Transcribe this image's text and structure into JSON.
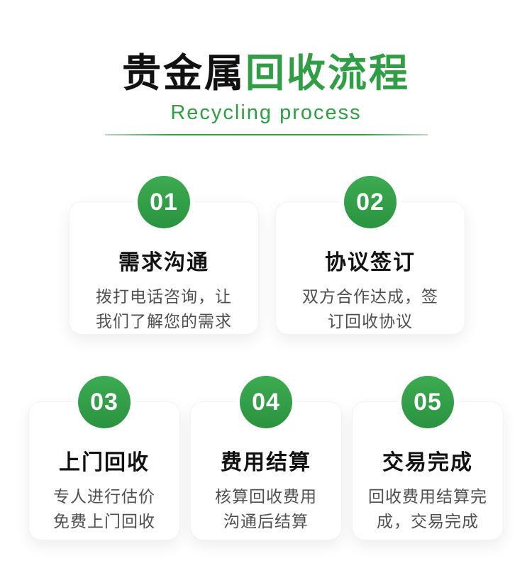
{
  "header": {
    "title_black": "贵金属",
    "title_green": "回收流程",
    "subtitle": "Recycling process"
  },
  "colors": {
    "accent_green": "#2f9e44",
    "heading_black": "#111111",
    "desc_gray": "#4f4f4f"
  },
  "steps": [
    {
      "number": "01",
      "title": "需求沟通",
      "desc_line1": "拨打电话咨询，让",
      "desc_line2": "我们了解您的需求"
    },
    {
      "number": "02",
      "title": "协议签订",
      "desc_line1": "双方合作达成，签",
      "desc_line2": "订回收协议"
    },
    {
      "number": "03",
      "title": "上门回收",
      "desc_line1": "专人进行估价",
      "desc_line2": "免费上门回收"
    },
    {
      "number": "04",
      "title": "费用结算",
      "desc_line1": "核算回收费用",
      "desc_line2": "沟通后结算"
    },
    {
      "number": "05",
      "title": "交易完成",
      "desc_line1": "回收费用结算完",
      "desc_line2": "成，交易完成"
    }
  ]
}
